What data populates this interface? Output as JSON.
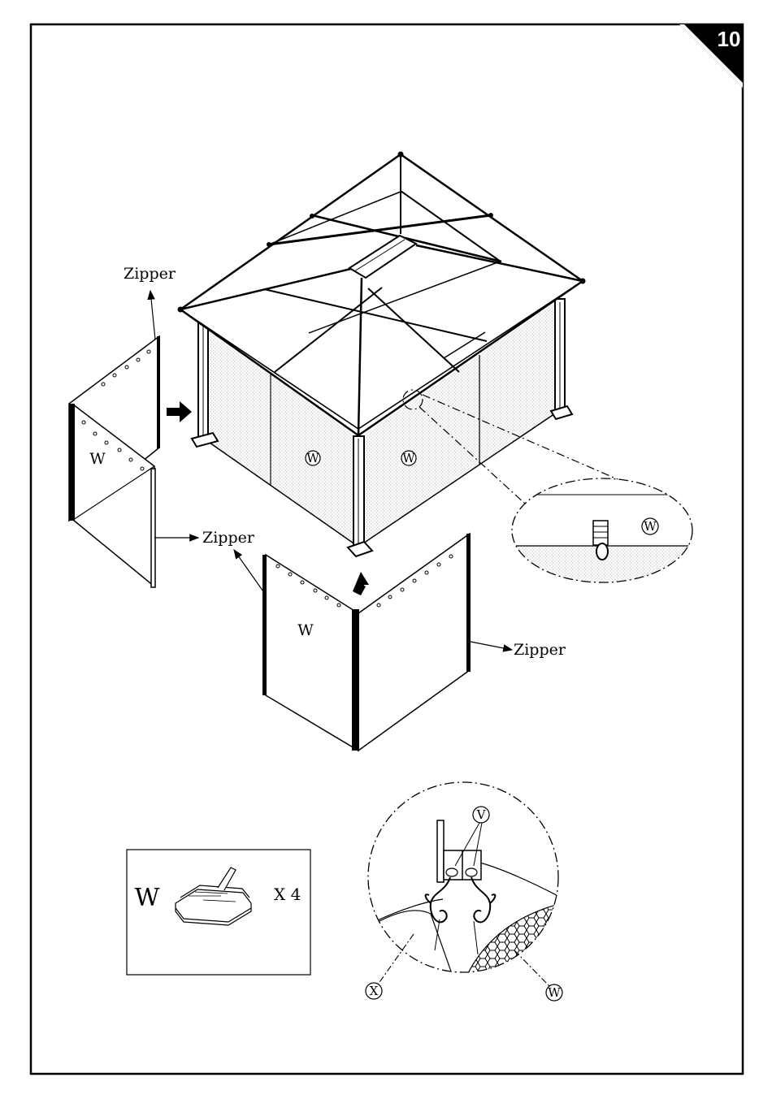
{
  "step_number": "10",
  "labels": {
    "zipper_top_left": "Zipper",
    "zipper_left_panel": "Zipper",
    "zipper_front_right": "Zipper",
    "panel_left_letter": "W",
    "panel_front_letter": "W",
    "wall_left_callout": "W",
    "wall_right_callout": "W",
    "detail_top_callout": "W",
    "detail_bottom_v": "V",
    "detail_bottom_x": "X",
    "detail_bottom_w": "W"
  },
  "parts_box": {
    "part_letter": "W",
    "quantity": "X 4"
  },
  "colors": {
    "line": "#000000",
    "background": "#ffffff",
    "mesh": "#b0b0b0"
  }
}
